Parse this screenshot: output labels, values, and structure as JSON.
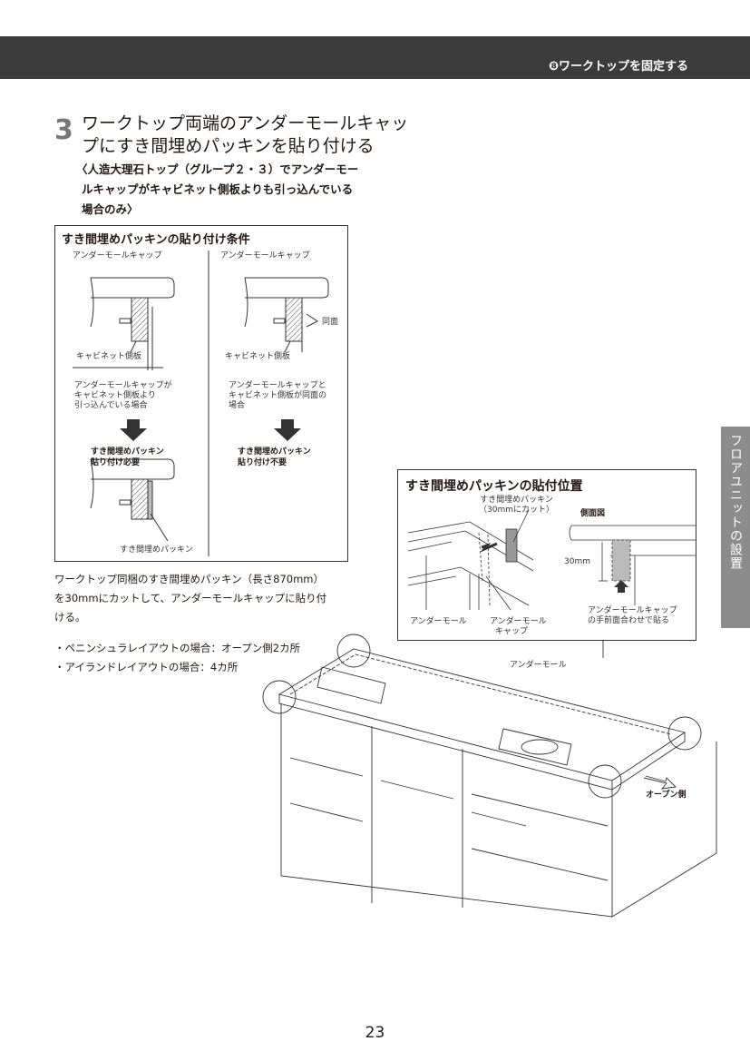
{
  "header": {
    "section_title": "❽ワークトップを固定する"
  },
  "side_tab": {
    "label": "フロアユニットの設置"
  },
  "step": {
    "number": "3",
    "title_lines": [
      "ワークトップ両端のアンダーモールキャッ",
      "プにすき間埋めパッキンを貼り付ける"
    ],
    "sub_lines": [
      "〈人造大理石トップ（グループ２・３）でアンダーモー",
      "ルキャップがキャビネット側板よりも引っ込んでいる",
      "場合のみ〉"
    ]
  },
  "condition_box": {
    "title": "すき間埋めパッキンの貼り付け条件",
    "left": {
      "cap_label": "アンダーモールキャップ",
      "panel_label": "キャビネット側板",
      "desc_lines": [
        "アンダーモールキャップが",
        "キャビネット側板より",
        "引っ込んでいる場合"
      ],
      "result_lines": [
        "すき間埋めパッキン",
        "貼り付け必要"
      ],
      "packing_label": "すき間埋めパッキン"
    },
    "right": {
      "cap_label": "アンダーモールキャップ",
      "flush_label": "同面",
      "panel_label": "キャビネット側板",
      "desc_lines": [
        "アンダーモールキャップと",
        "キャビネット側板が同面の",
        "場合"
      ],
      "result_lines": [
        "すき間埋めパッキン",
        "貼り付け不要"
      ]
    }
  },
  "body_lines": [
    "ワークトップ同梱のすき間埋めパッキン（長さ870mm）",
    "を30mmにカットして、アンダーモールキャップに貼り付",
    "ける。"
  ],
  "bullets": [
    "・ペニンシュラレイアウトの場合：オープン側2カ所",
    "・アイランドレイアウトの場合：4カ所"
  ],
  "position_box": {
    "title": "すき間埋めパッキンの貼付位置",
    "packing_label_lines": [
      "すき間埋めパッキン",
      "（30mmにカット）"
    ],
    "side_view_label": "側面図",
    "dimension": "30mm",
    "under_mall_label": "アンダーモール",
    "cap_label_lines": [
      "アンダーモール",
      "キャップ"
    ],
    "align_note_lines": [
      "アンダーモールキャップ",
      "の手前面合わせで貼る"
    ]
  },
  "cabinet_figure": {
    "under_mall_label": "アンダーモール",
    "open_side_label": "オープン側"
  },
  "page_number": "23"
}
